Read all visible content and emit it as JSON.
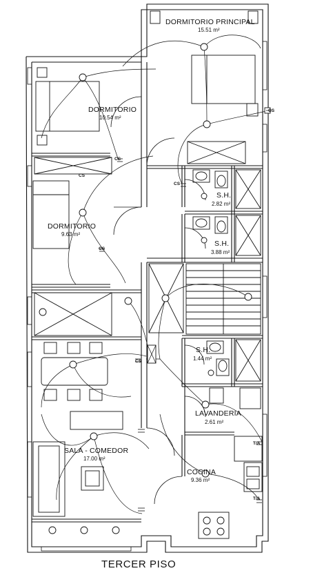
{
  "rooms": {
    "master_bedroom": {
      "name": "DORMITORIO PRINCIPAL",
      "area": "15.51 m²"
    },
    "bedroom_1": {
      "name": "DORMITORIO",
      "area": "10.54 m²"
    },
    "bedroom_2": {
      "name": "DORMITORIO",
      "area": "9.63 m²"
    },
    "bath_1": {
      "name": "S.H.",
      "area": "2.82 m²"
    },
    "bath_2": {
      "name": "S.H.",
      "area": "3.88 m²"
    },
    "bath_3": {
      "name": "S.H.",
      "area": "1.44 m²"
    },
    "laundry": {
      "name": "LAVANDERIA",
      "area": "2.61 m²"
    },
    "kitchen": {
      "name": "COCINA",
      "area": "9.36 m²"
    },
    "living_dining": {
      "name": "SALA - COMEDOR",
      "area": "17.00 m²"
    }
  },
  "tags": {
    "socket": "CS",
    "thermo": "T/A"
  },
  "floor_title": "TERCER PISO"
}
